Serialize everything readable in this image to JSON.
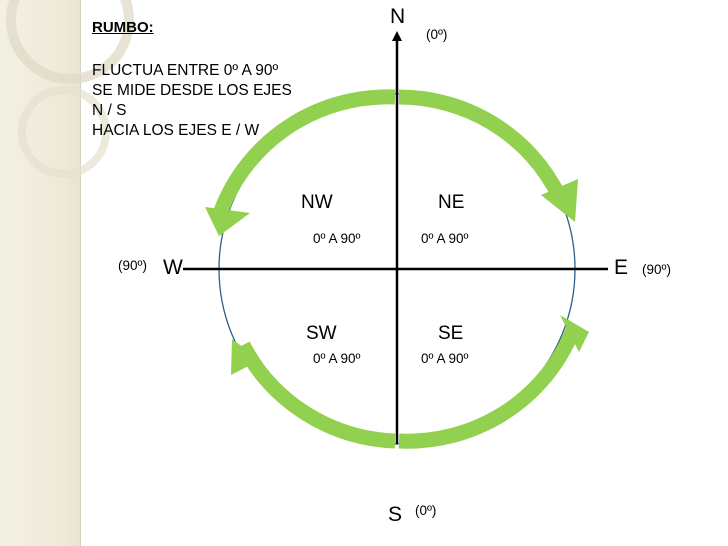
{
  "title": "RUMBO:",
  "description_lines": [
    "FLUCTUA ENTRE 0º A 90º",
    "SE MIDE DESDE LOS EJES",
    "N / S",
    "HACIA LOS EJES E / W"
  ],
  "axes": {
    "north": {
      "label": "N",
      "note": "(0º)"
    },
    "south": {
      "label": "S",
      "note": "(0º)"
    },
    "east": {
      "label": "E",
      "note": "(90º)"
    },
    "west": {
      "label": "W",
      "note": "(90º)"
    }
  },
  "quadrants": [
    {
      "label": "NW",
      "range": "0º A 90º"
    },
    {
      "label": "NE",
      "range": "0º A 90º"
    },
    {
      "label": "SW",
      "range": "0º A 90º"
    },
    {
      "label": "SE",
      "range": "0º A 90º"
    }
  ],
  "colors": {
    "arrow": "#92d050",
    "circle": "#2e5f8a",
    "axis": "#000000",
    "side_band": "#efe9d8"
  }
}
